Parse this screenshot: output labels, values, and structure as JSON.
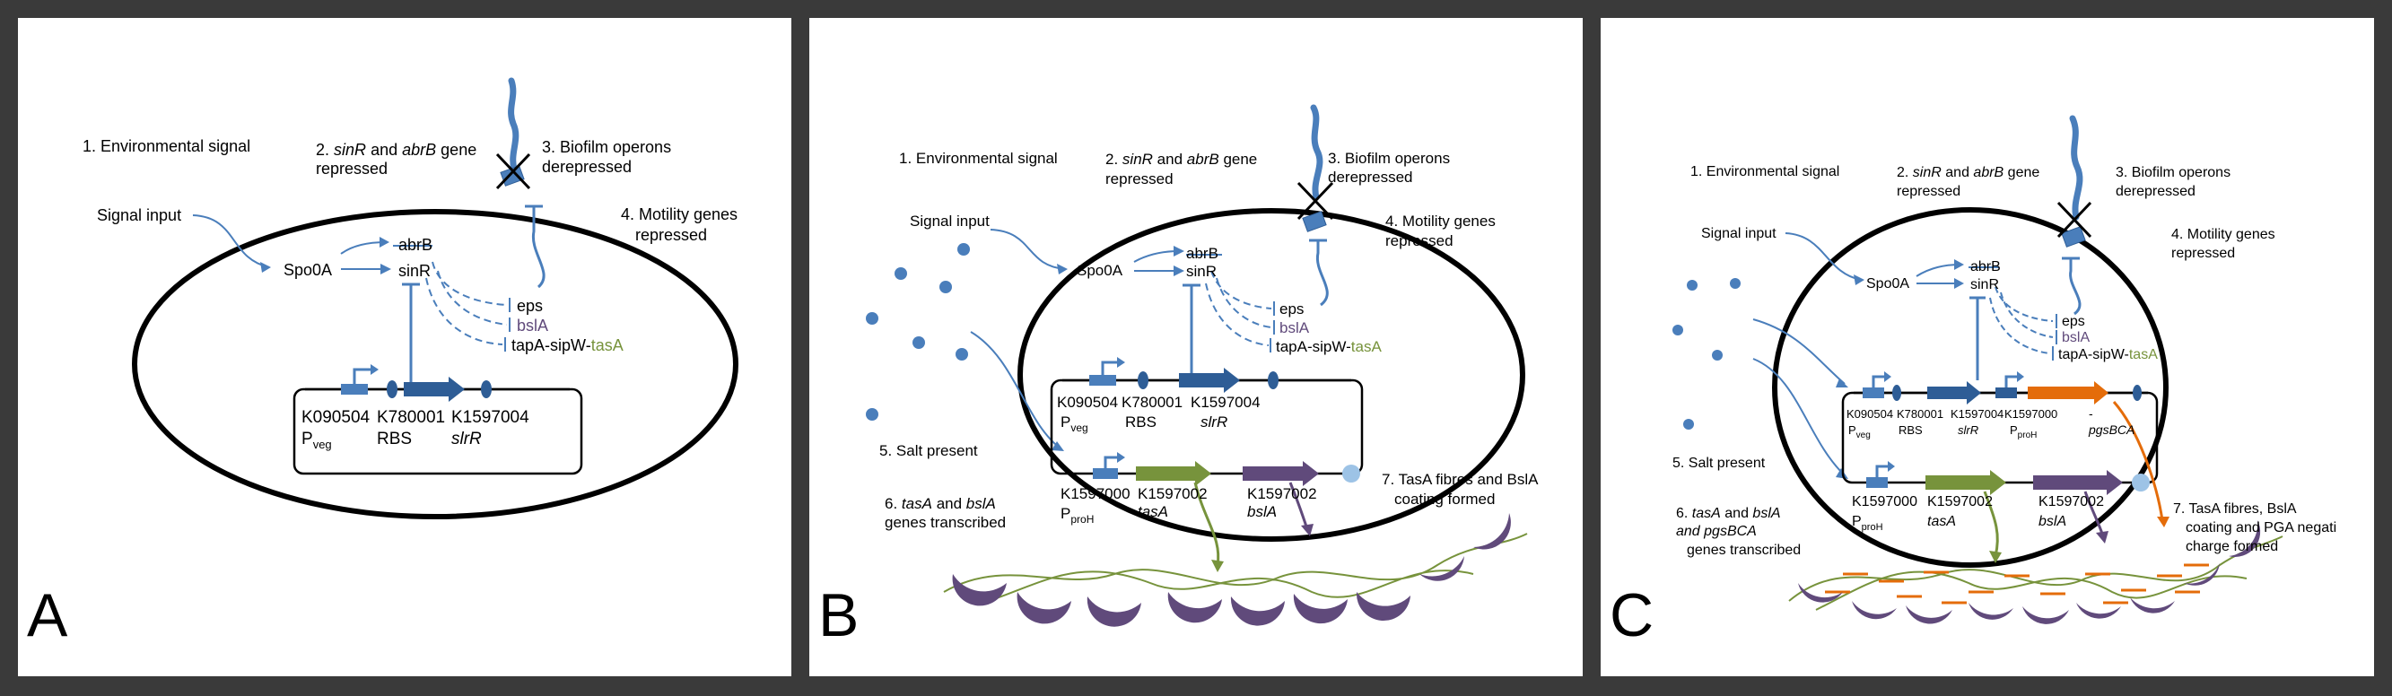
{
  "colors": {
    "blue": "#4a7ebb",
    "dark_blue": "#2e5d96",
    "green": "#77933c",
    "purple": "#604a7b",
    "orange": "#e46c0a",
    "light_blue": "#9dc3e6",
    "black": "#000000"
  },
  "icons": [
    "promoter-arrow-icon",
    "rbs-oval-icon",
    "gene-arrow-icon",
    "terminator-circle-icon",
    "membrane-receptor-icon",
    "flagellum-icon",
    "inhibition-cross-icon",
    "salt-dot-icon"
  ],
  "panels": {
    "a": {
      "letter": "A",
      "step1": "1. Environmental signal",
      "step2_num": "2.",
      "step2_gene1": "sinR",
      "step2_and": "and",
      "step2_gene2": "abrB",
      "step2_tail1": "gene",
      "step2_line2": "repressed",
      "step3_line1": "3. Biofilm operons",
      "step3_line2": "derepressed",
      "step4_line1": "4. Motility genes",
      "step4_line2": "repressed",
      "signal_input": "Signal input",
      "spo0a": "Spo0A",
      "abrb": "abrB",
      "sinr": "sinR",
      "eps": "eps",
      "blsa": "bslA",
      "tapa": "tapA-sipW-",
      "tasa": "tasA",
      "part1_id": "K090504",
      "part1_name": "P",
      "part1_sub": "veg",
      "part2_id": "K780001",
      "part2_name": "RBS",
      "part3_id": "K1597004",
      "part3_name": "slrR"
    },
    "b": {
      "letter": "B",
      "step1": "1. Environmental signal",
      "step2_num": "2.",
      "step2_gene1": "sinR",
      "step2_and": "and",
      "step2_gene2": "abrB",
      "step2_tail1": "gene",
      "step2_line2": "repressed",
      "step3_line1": "3. Biofilm operons",
      "step3_line2": "derepressed",
      "step4_line1": "4. Motility genes",
      "step4_line2": "repressed",
      "signal_input": "Signal input",
      "spo0a": "Spo0A",
      "abrb": "abrB",
      "sinr": "sinR",
      "eps": "eps",
      "blsa": "bslA",
      "tapa": "tapA-sipW-",
      "tasa": "tasA",
      "part1_id": "K090504",
      "part1_name": "P",
      "part1_sub": "veg",
      "part2_id": "K780001",
      "part2_name": "RBS",
      "part3_id": "K1597004",
      "part3_name": "slrR",
      "step5": "5. Salt present",
      "step6_num": "6.",
      "step6_gene1": "tasA",
      "step6_and": "and",
      "step6_gene2": "bslA",
      "step6_line2": "genes transcribed",
      "step7_line1": "7. TasA fibres and BslA",
      "step7_line2": "coating formed",
      "part4_id": "K1597000",
      "part4_name": "P",
      "part4_sub": "proH",
      "part5_id": "K1597002",
      "part5_name": "tasA",
      "part6_id": "K1597002",
      "part6_name": "bslA"
    },
    "c": {
      "letter": "C",
      "step1": "1. Environmental signal",
      "step2_num": "2.",
      "step2_gene1": "sinR",
      "step2_and": "and",
      "step2_gene2": "abrB",
      "step2_tail1": "gene",
      "step2_line2": "repressed",
      "step3_line1": "3. Biofilm operons",
      "step3_line2": "derepressed",
      "step4_line1": "4. Motility genes",
      "step4_line2": "repressed",
      "signal_input": "Signal input",
      "spo0a": "Spo0A",
      "abrb": "abrB",
      "sinr": "sinR",
      "eps": "eps",
      "blsa": "bslA",
      "tapa": "tapA-sipW-",
      "tasa": "tasA",
      "part1_id": "K090504",
      "part1_name": "P",
      "part1_sub": "veg",
      "part2_id": "K780001",
      "part2_name": "RBS",
      "part3_id": "K1597004",
      "part3_name": "slrR",
      "part3b_id": "K1597000",
      "part3b_name": "P",
      "part3b_sub": "proH",
      "pgs_dash": "-",
      "pgs_name": "pgsBCA",
      "step5": "5. Salt present",
      "step6_num": "6.",
      "step6_gene1": "tasA",
      "step6_and": "and",
      "step6_gene2": "bslA",
      "step6_line2_and": "and",
      "step6_line2_gene": "pgsBCA",
      "step6_line3": "genes transcribed",
      "step7_line1": "7. TasA fibres, BslA",
      "step7_line2": "coating and PGA negati",
      "step7_line3": "charge formed",
      "part4_id": "K1597000",
      "part4_name": "P",
      "part4_sub": "proH",
      "part5_id": "K1597002",
      "part5_name": "tasA",
      "part6_id": "K1597002",
      "part6_name": "bslA"
    }
  }
}
